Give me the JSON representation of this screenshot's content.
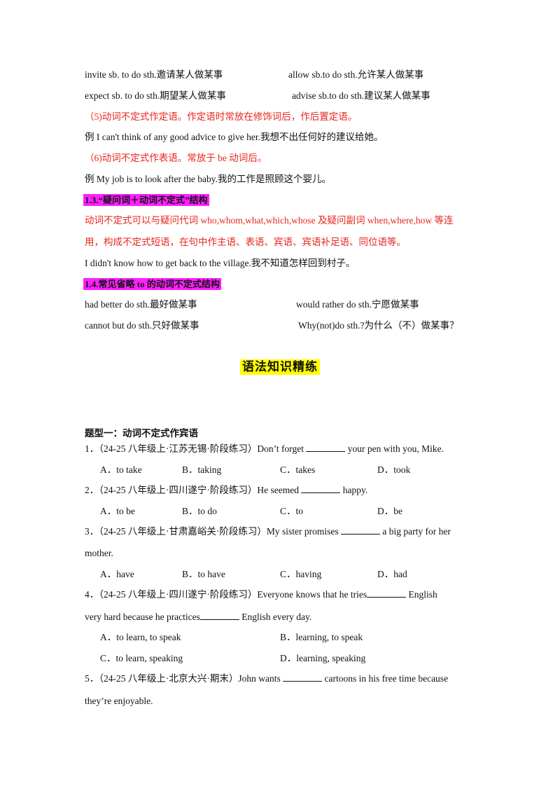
{
  "phrases_row1": {
    "left": "invite sb. to do sth.邀请某人做某事",
    "right": "allow sb.to do sth.允许某人做某事"
  },
  "phrases_row2": {
    "left": "expect sb. to do sth.期望某人做某事",
    "right": "advise sb.to do sth.建议某人做某事"
  },
  "rule5": "（5)动词不定式作定语。作定语时常放在修饰词后，作后置定语。",
  "example5": "例 I can't think of any good advice to give her.我想不出任何好的建议给她。",
  "rule6": "（6)动词不定式作表语。常放于 be 动词后。",
  "example6": "例 My job is to look after the baby.我的工作是照顾这个婴儿。",
  "heading13": "1.3.“疑问词＋动词不定式”结构",
  "rule13_line1": "动词不定式可以与疑问代词 who,whom,what,which,whose  及疑问副词 when,where,how 等连",
  "rule13_line2": "用，构成不定式短语，在句中作主语、表语、宾语、宾语补足语、同位语等。",
  "example13": "I didn't know how to get back to the village.我不知道怎样回到村子。",
  "heading14": "1.4.常见省略 to 的动词不定式结构",
  "phrases14_row1": {
    "left": "had better do sth.最好做某事",
    "right": "would rather do sth.宁愿做某事"
  },
  "phrases14_row2": {
    "left": "cannot but do sth.只好做某事",
    "right": "Why(not)do sth.?为什么（不）做某事？"
  },
  "section_title": "语法知识精练",
  "type_heading": "题型一：动词不定式作宾语",
  "questions": [
    {
      "stem_before": "1．（24-25 八年级上·江苏无锡·阶段练习）Don’t forget ",
      "stem_after": " your pen with you, Mike.",
      "options": [
        "A．to take",
        "B．taking",
        "C．takes",
        "D．took"
      ]
    },
    {
      "stem_before": "2．（24-25 八年级上·四川遂宁·阶段练习）He seemed ",
      "stem_after": " happy.",
      "options": [
        "A．to be",
        "B．to do",
        "C．to",
        "D．be"
      ]
    },
    {
      "stem_before": "3．（24-25 八年级上·甘肃嘉峪关·阶段练习）My sister promises ",
      "stem_after": " a big party for her",
      "stem_line2": "mother.",
      "options": [
        "A．have",
        "B．to have",
        "C．having",
        "D．had"
      ]
    },
    {
      "stem_before": "4．（24-25 八年级上·四川遂宁·阶段练习）Everyone knows that he tries",
      "stem_after": " English",
      "stem_line2_before": "very hard because he practices",
      "stem_line2_after": " English every day.",
      "options": [
        "A．to learn, to speak",
        "B．learning, to speak",
        "C．to learn, speaking",
        "D．learning, speaking"
      ]
    },
    {
      "stem_before": "5．（24-25 八年级上·北京大兴·期末）John wants ",
      "stem_after": " cartoons in his free time because",
      "stem_line2": "they’re enjoyable."
    }
  ]
}
